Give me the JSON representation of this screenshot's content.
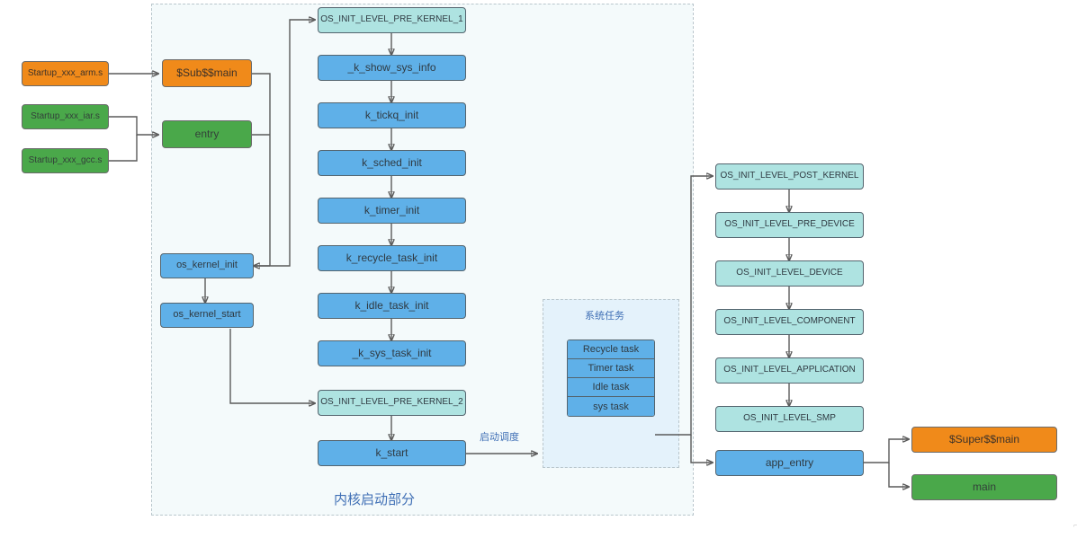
{
  "diagram": {
    "title_bottom": "内核启动部分",
    "edge_label_schedule": "启动调度",
    "systask_title": "系统任务",
    "colors": {
      "orange": "#f08a1a",
      "green": "#4aa84a",
      "blue": "#5fb0e8",
      "cyan": "#aee3e1",
      "label_blue": "#3f6fb5",
      "stroke": "#5a5a5a",
      "dashed_border": "#b9c6cc",
      "kernel_bg": "#f4fafb",
      "systask_bg": "#e4f2fb"
    }
  },
  "startup_files": [
    {
      "label": "Startup_xxx_arm.s"
    },
    {
      "label": "Startup_xxx_iar.s"
    },
    {
      "label": "Startup_xxx_gcc.s"
    }
  ],
  "entries": [
    {
      "label": "$Sub$$main"
    },
    {
      "label": "entry"
    }
  ],
  "kernel_calls": [
    {
      "label": "os_kernel_init"
    },
    {
      "label": "os_kernel_start"
    }
  ],
  "kernel_chain": [
    {
      "label": "OS_INIT_LEVEL_PRE_KERNEL_1"
    },
    {
      "label": "_k_show_sys_info"
    },
    {
      "label": "k_tickq_init"
    },
    {
      "label": "k_sched_init"
    },
    {
      "label": "k_timer_init"
    },
    {
      "label": "k_recycle_task_init"
    },
    {
      "label": "k_idle_task_init"
    },
    {
      "label": "_k_sys_task_init"
    }
  ],
  "kernel_chain2": [
    {
      "label": "OS_INIT_LEVEL_PRE_KERNEL_2"
    },
    {
      "label": "k_start"
    }
  ],
  "system_tasks": [
    {
      "label": "Recycle task"
    },
    {
      "label": "Timer task"
    },
    {
      "label": "Idle task"
    },
    {
      "label": "sys task"
    }
  ],
  "init_levels": [
    {
      "label": "OS_INIT_LEVEL_POST_KERNEL"
    },
    {
      "label": "OS_INIT_LEVEL_PRE_DEVICE"
    },
    {
      "label": "OS_INIT_LEVEL_DEVICE"
    },
    {
      "label": "OS_INIT_LEVEL_COMPONENT"
    },
    {
      "label": "OS_INIT_LEVEL_APPLICATION"
    },
    {
      "label": "OS_INIT_LEVEL_SMP"
    }
  ],
  "app": {
    "entry": "app_entry",
    "targets": [
      {
        "label": "$Super$$main"
      },
      {
        "label": "main"
      }
    ]
  }
}
